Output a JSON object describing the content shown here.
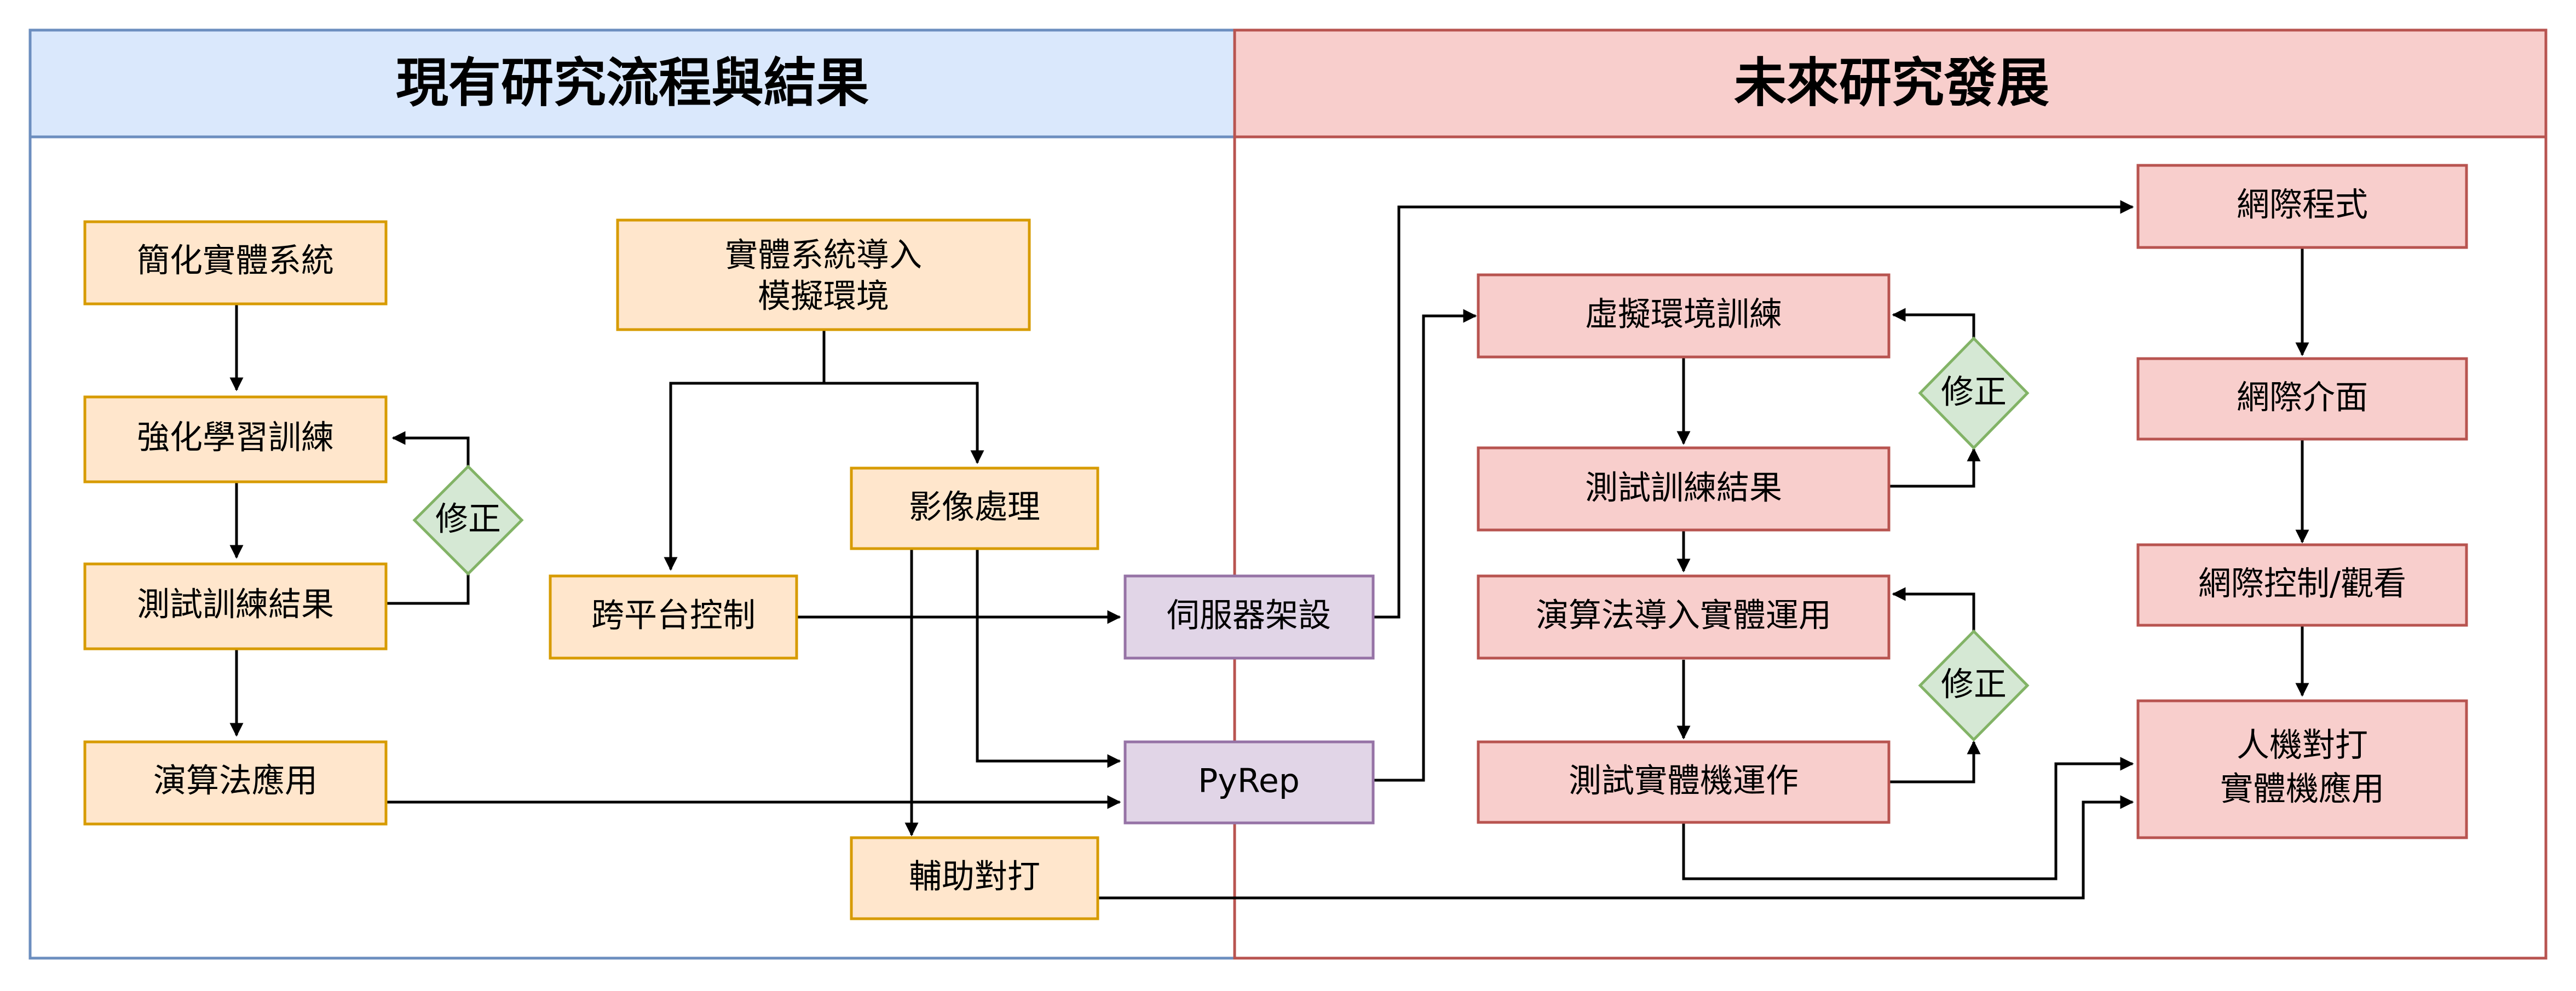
{
  "colors": {
    "left_header_fill": "#dae8fc",
    "left_border": "#6c8ebf",
    "right_header_fill": "#f8cecc",
    "right_border": "#b85450",
    "orange_fill": "#ffe6cc",
    "orange_border": "#d79b00",
    "purple_fill": "#e1d5e7",
    "purple_border": "#9673a6",
    "green_fill": "#d5e8d4",
    "green_border": "#82b366",
    "red_fill": "#f8cecc",
    "red_border": "#b85450",
    "edge": "#000000"
  },
  "panels": {
    "left_title": "現有研究流程與結果",
    "right_title": "未來研究發展"
  },
  "nodes": {
    "simplify": "簡化實體系統",
    "rl_train": "強化學習訓練",
    "left_fix": "修正",
    "left_test": "測試訓練結果",
    "algo_apply": "演算法應用",
    "import_sim_1": "實體系統導入",
    "import_sim_2": "模擬環境",
    "image_proc": "影像處理",
    "cross_platform": "跨平台控制",
    "assist_play": "輔助對打",
    "server_setup": "伺服器架設",
    "pyrep": "PyRep",
    "virt_train": "虛擬環境訓練",
    "fix_top": "修正",
    "right_test": "測試訓練結果",
    "algo_real": "演算法導入實體運用",
    "fix_bottom": "修正",
    "test_machine": "測試實體機運作",
    "web_program": "網際程式",
    "web_ui": "網際介面",
    "web_control": "網際控制/觀看",
    "hm_play_1": "人機對打",
    "hm_play_2": "實體機應用"
  }
}
